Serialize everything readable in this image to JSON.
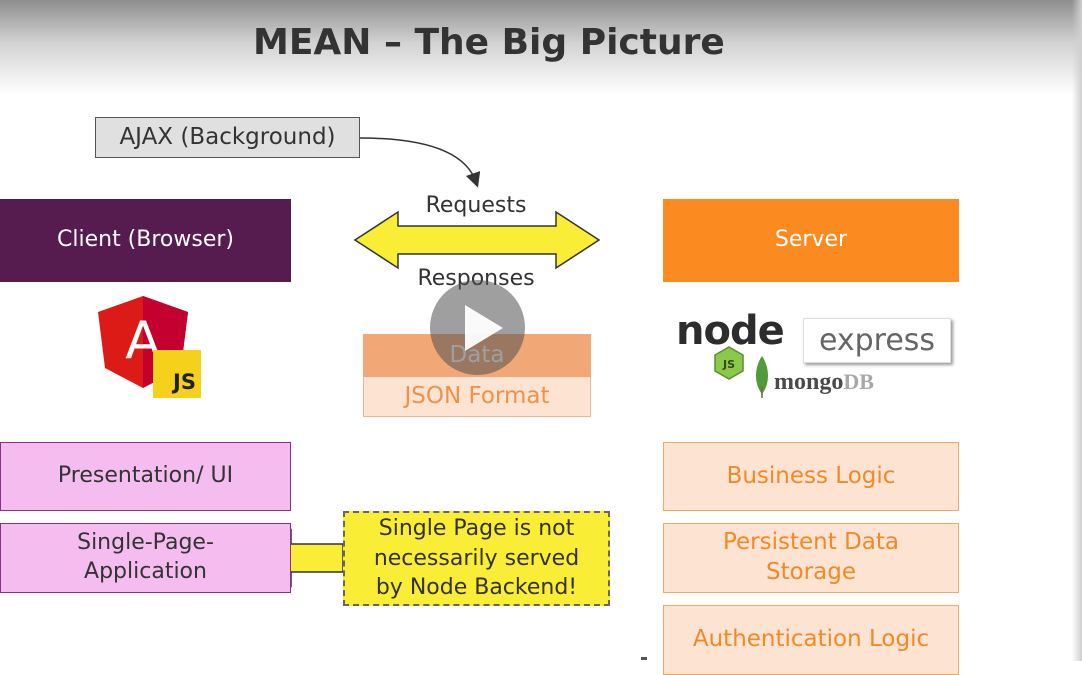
{
  "slide": {
    "title": "MEAN – The Big Picture"
  },
  "ajax": {
    "label": "AJAX (Background)"
  },
  "client": {
    "label": "Client (Browser)"
  },
  "server": {
    "label": "Server"
  },
  "arrows": {
    "requests": "Requests",
    "responses": "Responses"
  },
  "data_box": {
    "header": "Data",
    "format": "JSON Format"
  },
  "client_stack": {
    "presentation": "Presentation/ UI",
    "spa_line1": "Single-Page-",
    "spa_line2": "Application"
  },
  "server_stack": {
    "business": "Business Logic",
    "persistent_line1": "Persistent Data",
    "persistent_line2": "Storage",
    "auth": "Authentication Logic"
  },
  "note": {
    "line1": "Single Page is not",
    "line2": "necessarily served",
    "line3": "by Node Backend!"
  },
  "logos": {
    "angular_letter": "A",
    "js_badge": "JS",
    "node": "node",
    "node_js_badge": "JS",
    "express": "express",
    "mongo": "mongo",
    "mongo_db": "DB"
  },
  "colors": {
    "client": "#561b4f",
    "server": "#fb8b21",
    "client_stack_fill": "#f5bcef",
    "server_stack_fill": "#fde3d2",
    "arrow_fill": "#f9ee35",
    "angular_red": "#dd1b16"
  },
  "icons": {
    "play": "play-icon",
    "angular": "angular-logo",
    "node": "nodejs-logo",
    "mongo_leaf": "mongodb-leaf-icon"
  }
}
